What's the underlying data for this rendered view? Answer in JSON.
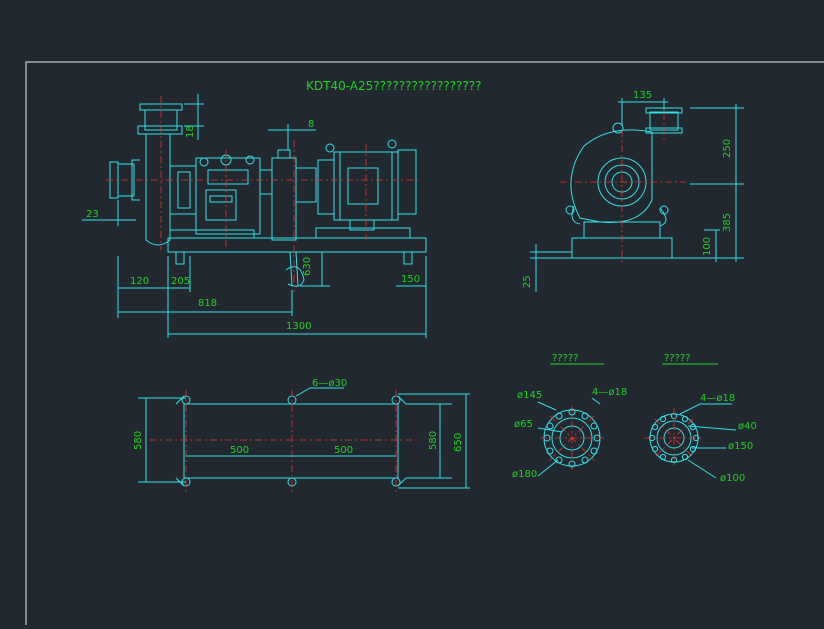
{
  "drawing": {
    "title": "KDT40-A25?????????????????",
    "colors": {
      "background": "#212830",
      "outline": "#33e0e6",
      "center_line": "#e23232",
      "dimension_text": "#1fd21f",
      "frame": "#e8e8e8"
    }
  },
  "side_view": {
    "dims": {
      "d18": "18",
      "d8": "8",
      "d23": "23",
      "d120": "120",
      "d205": "205",
      "d630": "630",
      "d150": "150",
      "d818": "818",
      "d1300": "1300"
    }
  },
  "end_view": {
    "dims": {
      "d135": "135",
      "d250": "250",
      "d385": "385",
      "d100": "100",
      "d25": "25"
    }
  },
  "base_plan": {
    "dims": {
      "holes": "6—ø30",
      "d500a": "500",
      "d500b": "500",
      "d580a": "580",
      "d580b": "580",
      "d650": "650"
    }
  },
  "flange_left": {
    "heading": "?????",
    "dims": {
      "d145": "ø145",
      "holes": "4—ø18",
      "d65": "ø65",
      "d180": "ø180"
    }
  },
  "flange_right": {
    "heading": "?????",
    "dims": {
      "holes": "4—ø18",
      "d40": "ø40",
      "d150": "ø150",
      "d100": "ø100"
    }
  }
}
